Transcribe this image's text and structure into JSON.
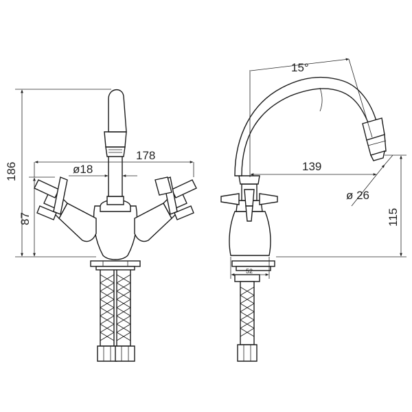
{
  "drawing": {
    "front_view": {
      "total_height": "186",
      "body_height": "87",
      "spread": "178",
      "spout_diameter": "ø18"
    },
    "side_view": {
      "swivel_angle": "15°",
      "spout_reach": "139",
      "outlet_diameter": "ø 26",
      "outlet_height": "115",
      "base_width": "52"
    }
  }
}
